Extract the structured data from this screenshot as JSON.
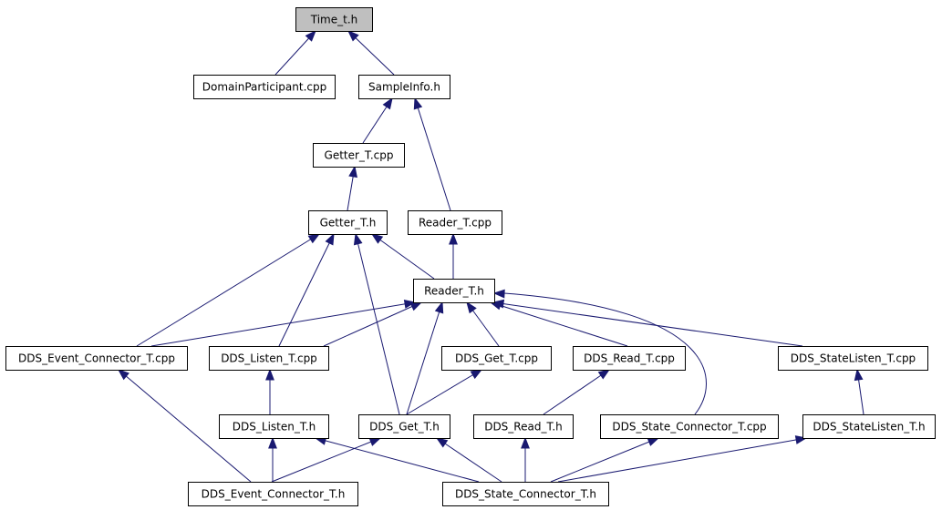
{
  "diagram": {
    "nodes": [
      {
        "id": "time_t_h",
        "label": "Time_t.h",
        "highlight": true
      },
      {
        "id": "domainparticipant_cpp",
        "label": "DomainParticipant.cpp"
      },
      {
        "id": "sampleinfo_h",
        "label": "SampleInfo.h"
      },
      {
        "id": "getter_t_cpp",
        "label": "Getter_T.cpp"
      },
      {
        "id": "getter_t_h",
        "label": "Getter_T.h"
      },
      {
        "id": "reader_t_cpp",
        "label": "Reader_T.cpp"
      },
      {
        "id": "reader_t_h",
        "label": "Reader_T.h"
      },
      {
        "id": "dds_event_connector_t_cpp",
        "label": "DDS_Event_Connector_T.cpp"
      },
      {
        "id": "dds_listen_t_cpp",
        "label": "DDS_Listen_T.cpp"
      },
      {
        "id": "dds_get_t_cpp",
        "label": "DDS_Get_T.cpp"
      },
      {
        "id": "dds_read_t_cpp",
        "label": "DDS_Read_T.cpp"
      },
      {
        "id": "dds_statelisten_t_cpp",
        "label": "DDS_StateListen_T.cpp"
      },
      {
        "id": "dds_listen_t_h",
        "label": "DDS_Listen_T.h"
      },
      {
        "id": "dds_get_t_h",
        "label": "DDS_Get_T.h"
      },
      {
        "id": "dds_read_t_h",
        "label": "DDS_Read_T.h"
      },
      {
        "id": "dds_state_connector_t_cpp",
        "label": "DDS_State_Connector_T.cpp"
      },
      {
        "id": "dds_statelisten_t_h",
        "label": "DDS_StateListen_T.h"
      },
      {
        "id": "dds_event_connector_t_h",
        "label": "DDS_Event_Connector_T.h"
      },
      {
        "id": "dds_state_connector_t_h",
        "label": "DDS_State_Connector_T.h"
      }
    ],
    "edges": [
      {
        "from": "domainparticipant_cpp",
        "to": "time_t_h"
      },
      {
        "from": "sampleinfo_h",
        "to": "time_t_h"
      },
      {
        "from": "getter_t_cpp",
        "to": "sampleinfo_h"
      },
      {
        "from": "reader_t_cpp",
        "to": "sampleinfo_h"
      },
      {
        "from": "getter_t_h",
        "to": "getter_t_cpp"
      },
      {
        "from": "reader_t_h",
        "to": "reader_t_cpp"
      },
      {
        "from": "reader_t_h",
        "to": "getter_t_h"
      },
      {
        "from": "dds_event_connector_t_cpp",
        "to": "getter_t_h"
      },
      {
        "from": "dds_listen_t_cpp",
        "to": "getter_t_h"
      },
      {
        "from": "dds_get_t_h",
        "to": "getter_t_h"
      },
      {
        "from": "dds_event_connector_t_cpp",
        "to": "reader_t_h"
      },
      {
        "from": "dds_listen_t_cpp",
        "to": "reader_t_h"
      },
      {
        "from": "dds_get_t_cpp",
        "to": "reader_t_h"
      },
      {
        "from": "dds_read_t_cpp",
        "to": "reader_t_h"
      },
      {
        "from": "dds_statelisten_t_cpp",
        "to": "reader_t_h"
      },
      {
        "from": "dds_get_t_h",
        "to": "reader_t_h"
      },
      {
        "from": "dds_state_connector_t_cpp",
        "to": "reader_t_h"
      },
      {
        "from": "dds_listen_t_h",
        "to": "dds_listen_t_cpp"
      },
      {
        "from": "dds_get_t_h",
        "to": "dds_get_t_cpp"
      },
      {
        "from": "dds_read_t_h",
        "to": "dds_read_t_cpp"
      },
      {
        "from": "dds_statelisten_t_h",
        "to": "dds_statelisten_t_cpp"
      },
      {
        "from": "dds_event_connector_t_h",
        "to": "dds_event_connector_t_cpp"
      },
      {
        "from": "dds_event_connector_t_h",
        "to": "dds_listen_t_h"
      },
      {
        "from": "dds_event_connector_t_h",
        "to": "dds_get_t_h"
      },
      {
        "from": "dds_state_connector_t_h",
        "to": "dds_listen_t_h"
      },
      {
        "from": "dds_state_connector_t_h",
        "to": "dds_get_t_h"
      },
      {
        "from": "dds_state_connector_t_h",
        "to": "dds_read_t_h"
      },
      {
        "from": "dds_state_connector_t_h",
        "to": "dds_state_connector_t_cpp"
      },
      {
        "from": "dds_state_connector_t_h",
        "to": "dds_statelisten_t_h"
      }
    ],
    "colors": {
      "edge": "#191970",
      "highlight_fill": "#bfbfbf",
      "node_fill": "#ffffff",
      "node_border": "#000000"
    }
  }
}
